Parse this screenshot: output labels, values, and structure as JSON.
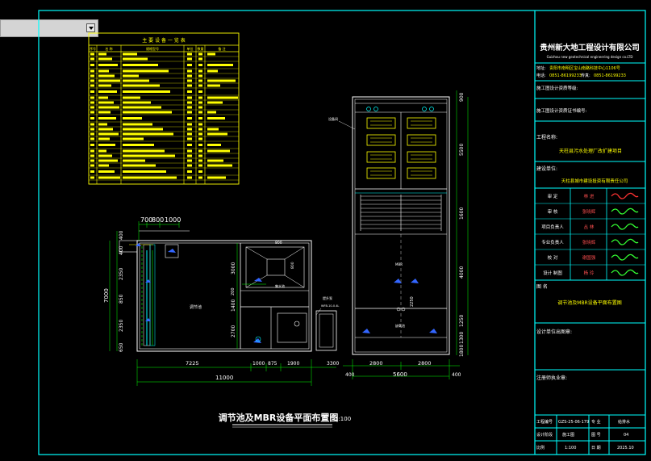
{
  "drawing": {
    "title": "调节池及MBR设备平面布置图",
    "scale": "1:100"
  },
  "equipment_table": {
    "title": "主 要 设 备 一 览 表",
    "headers": [
      "序号",
      "名 称",
      "规格型号",
      "单位",
      "数量",
      "备 注"
    ]
  },
  "company": {
    "name_cn": "贵州新大地工程设计有限公司",
    "name_en": "Guizhou new geotechnical engineering design co.LTD",
    "addr_label": "地址:",
    "addr_value": "贵阳市南明区宝山南路科技中心1106号",
    "tel_label": "电话:",
    "tel_value": "0851-86199233",
    "fax_label": "传真:",
    "fax_value": "0851-86199233"
  },
  "title_block": {
    "cert_grade": "施工图设计资质等级:",
    "cert_no": "施工图设计资质证书编号:",
    "project_label": "工程名称:",
    "project_value": "天柱县污水处理厂改扩建项目",
    "client_label": "建设单位:",
    "client_value": "天柱县城市建设投资有限责任公司",
    "roles": [
      {
        "role": "审 定",
        "name": "林 进"
      },
      {
        "role": "审 核",
        "name": "张晓辉"
      },
      {
        "role": "项目负责人",
        "name": "丛 林"
      },
      {
        "role": "专业负责人",
        "name": "张晓辉"
      },
      {
        "role": "校 对",
        "name": "谢国强"
      },
      {
        "role": "设计 制图",
        "name": "杨 玲"
      }
    ],
    "drawing_name_label": "图 名",
    "drawing_name_value": "调节池及MBR设备平面布置图",
    "seal_label": "设计单位出图章:",
    "reg_label": "注册师执业章:",
    "bottom": {
      "proj_no_label": "工程编号",
      "proj_no": "GZS-25-06-179",
      "stage_label": "设计阶段",
      "stage": "施工图",
      "scale_label": "比例",
      "scale": "1:100",
      "prof_label": "专 业",
      "prof": "给排水",
      "no_label": "图 号",
      "no": "04",
      "date_label": "日 期",
      "date": "2025.10"
    }
  },
  "plan": {
    "rooms": {
      "tank": "调节池",
      "pit": "集水池",
      "mbr_zone": "MBR",
      "anoxic_zone": "缺氧池",
      "reserved": "预留池",
      "equip": "设备间",
      "pipe_note": "WFB-10-0.4L"
    },
    "dims_top": [
      "700",
      "800",
      "1000"
    ],
    "dims_left": [
      "400",
      "400",
      "2350",
      "850",
      "2350",
      "650"
    ],
    "dim_left_total": "7000",
    "dims_mid": [
      "3000",
      "1400",
      "2700"
    ],
    "dims_pit": [
      "800",
      "800",
      "200"
    ],
    "dims_bottom": [
      "7225",
      "1000",
      "875",
      "1900"
    ],
    "dim_bottom_total": "11000",
    "dim_gap": "3300",
    "dims_bottom_right": [
      "400",
      "2800",
      "2800",
      "400"
    ],
    "dim_right_total": "5600",
    "dims_right": [
      "900",
      "5500",
      "1600",
      "4000",
      "1250",
      "1300",
      "1800"
    ],
    "inner_dim": "2250",
    "label_pump": "提升泵"
  }
}
